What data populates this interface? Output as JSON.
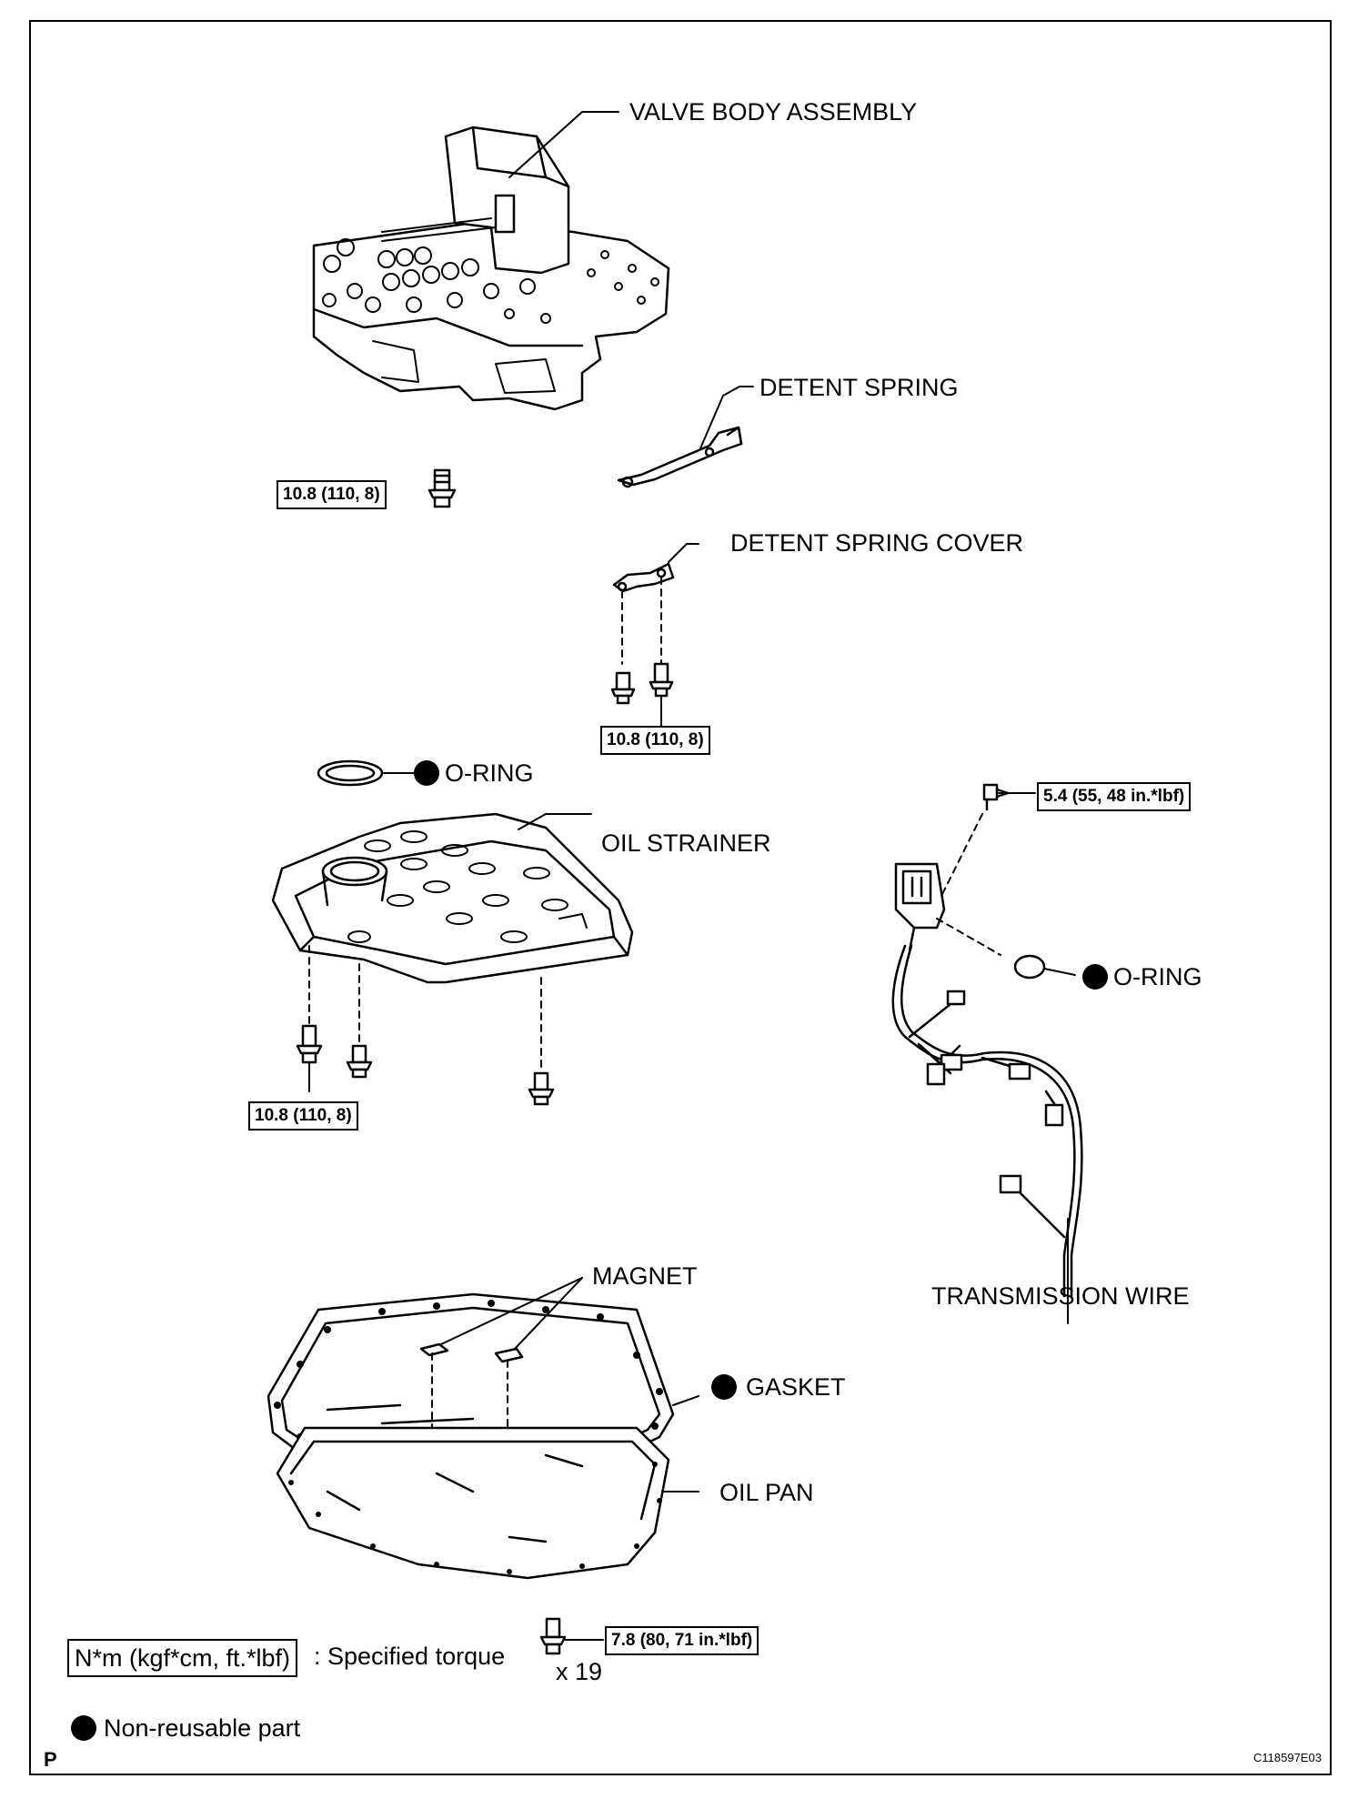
{
  "labels": {
    "valve_body": "VALVE BODY ASSEMBLY",
    "detent_spring": "DETENT SPRING",
    "detent_spring_cover": "DETENT SPRING COVER",
    "o_ring": "O-RING",
    "oil_strainer": "OIL STRAINER",
    "magnet": "MAGNET",
    "gasket": "GASKET",
    "oil_pan": "OIL PAN",
    "transmission_wire": "TRANSMISSION WIRE"
  },
  "torques": {
    "valve_body_bolt": "10.8 (110, 8)",
    "detent_cover_bolt": "10.8 (110, 8)",
    "strainer_bolt": "10.8 (110, 8)",
    "wire_bolt": "5.4 (55, 48 in.*lbf)",
    "pan_bolt": "7.8 (80, 71 in.*lbf)"
  },
  "pan_bolt_qty": "x 19",
  "legend": {
    "torque_unit": "N*m (kgf*cm, ft.*lbf)",
    "torque_desc": ": Specified torque",
    "non_reusable": "Non-reusable part"
  },
  "footer": {
    "page_mark": "P",
    "figure_code": "C118597E03"
  }
}
